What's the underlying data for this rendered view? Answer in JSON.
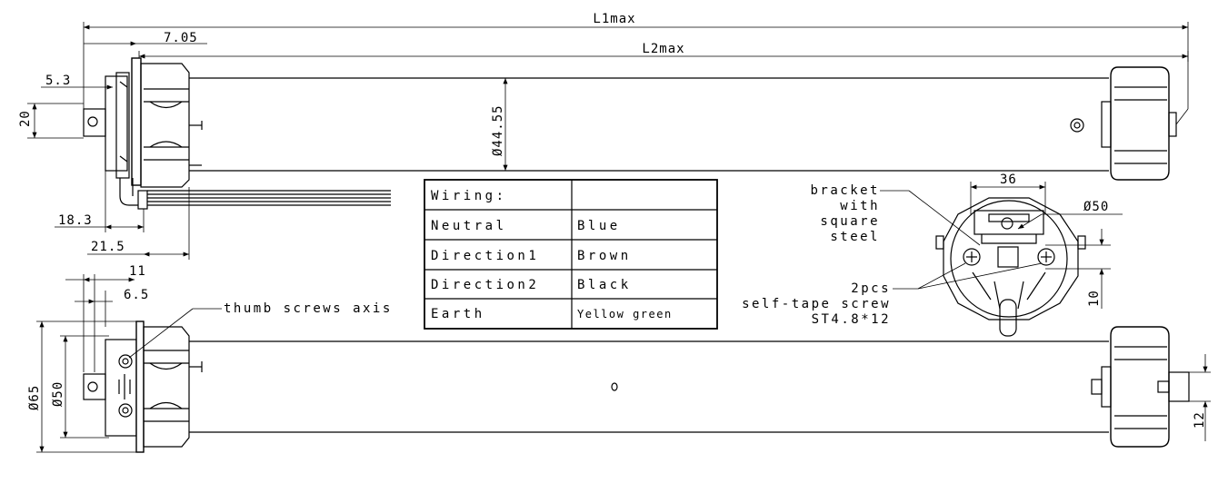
{
  "dimensions": {
    "l1max": "L1max",
    "l2max": "L2max",
    "d705": "7.05",
    "d53": "5.3",
    "d20": "20",
    "d4455": "Ø44.55",
    "d183": "18.3",
    "d215": "21.5",
    "d11": "11",
    "d65": "6.5",
    "dia65": "Ø65",
    "dia50_side": "Ø50",
    "d36": "36",
    "dia50_end": "Ø50",
    "d10": "10",
    "d12": "12"
  },
  "labels": {
    "thumb_screws": "thumb screws axis",
    "bracket": [
      "bracket",
      "with",
      "square",
      "steel"
    ],
    "screw": [
      "2pcs",
      "self-tape screw",
      "ST4.8*12"
    ]
  },
  "wiring_table": {
    "header": "Wiring:",
    "rows": [
      {
        "name": "Neutral",
        "color": "Blue"
      },
      {
        "name": "Direction1",
        "color": "Brown"
      },
      {
        "name": "Direction2",
        "color": "Black"
      },
      {
        "name": "Earth",
        "color": "Yellow green"
      }
    ]
  }
}
